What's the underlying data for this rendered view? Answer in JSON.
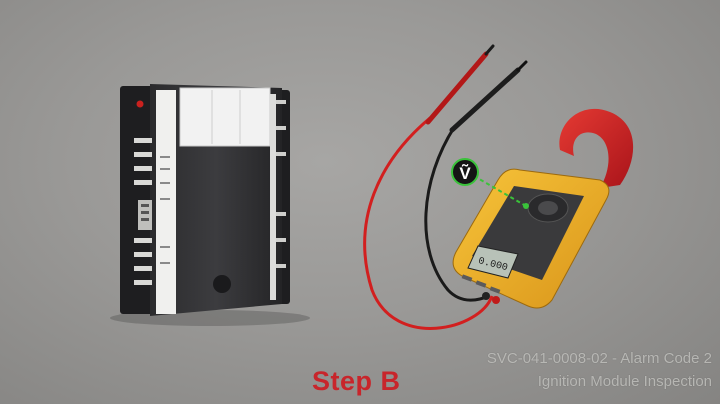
{
  "step": {
    "label": "Step B"
  },
  "caption": {
    "line1": "SVC-041-0008-02 - Alarm Code 2",
    "line2": "Ignition Module Inspection"
  },
  "meter": {
    "display_reading": "0.000",
    "mode_badge_symbol": "Ṽ"
  },
  "colors": {
    "step_label": "#c8252b",
    "meter_body": "#f2b320",
    "clamp_jaw": "#d8262b",
    "mode_badge_pointer": "#3ac23a",
    "red_lead": "#d21f1f",
    "black_lead": "#1a1a1a"
  },
  "icons": [
    "ignition-module-image",
    "clamp-meter-image",
    "ac-voltage-mode-icon",
    "test-lead-red",
    "test-lead-black"
  ]
}
